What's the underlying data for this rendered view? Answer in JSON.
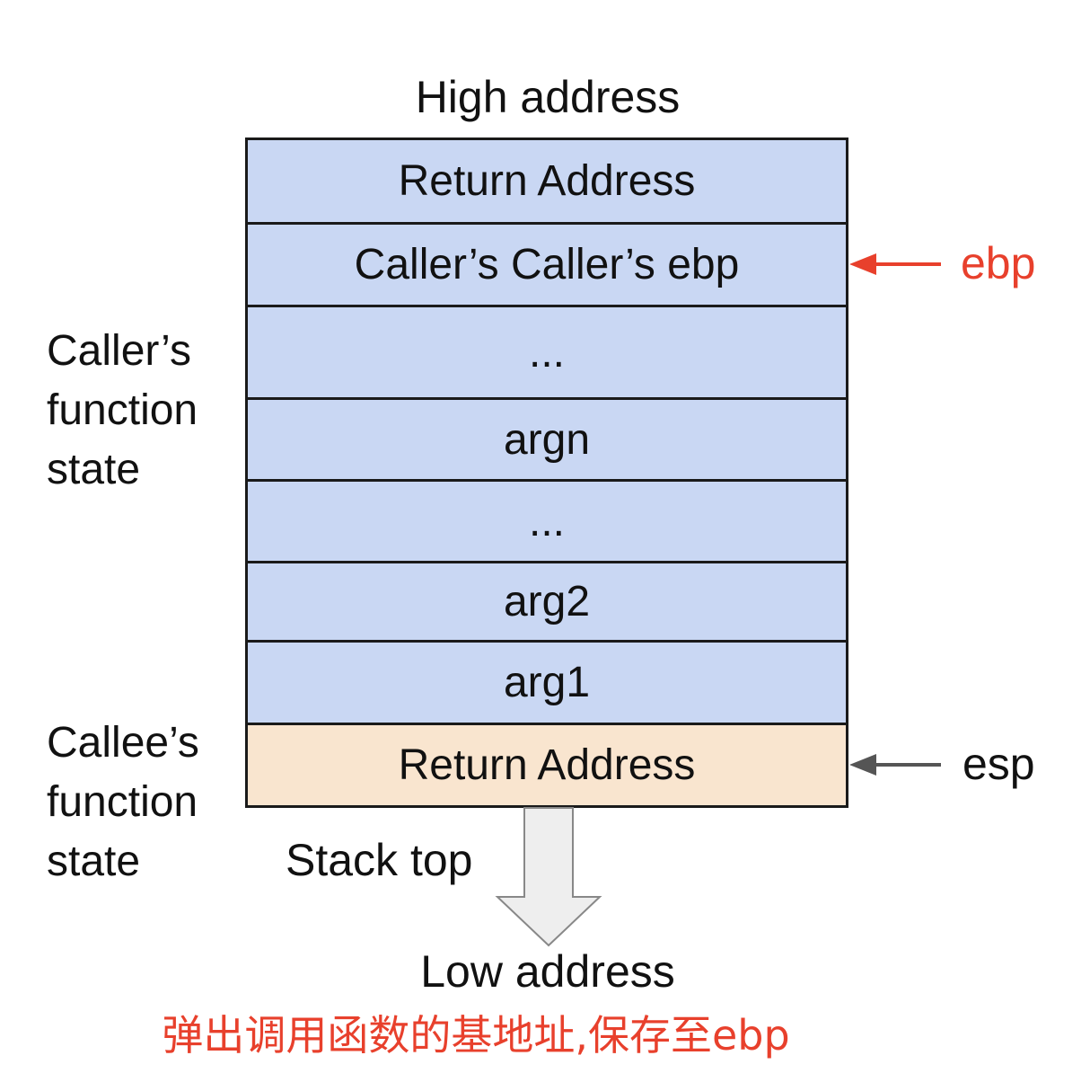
{
  "labels": {
    "high_address": "High address",
    "low_address": "Low address",
    "stack_top": "Stack top",
    "callers_state": [
      "Caller’s",
      "function",
      "state"
    ],
    "callees_state": [
      "Callee’s",
      "function",
      "state"
    ]
  },
  "stack": {
    "cells": [
      {
        "text": "Return Address",
        "frame": "caller"
      },
      {
        "text": "Caller’s Caller’s ebp",
        "frame": "caller"
      },
      {
        "text": "...",
        "frame": "caller"
      },
      {
        "text": "argn",
        "frame": "caller"
      },
      {
        "text": "...",
        "frame": "caller"
      },
      {
        "text": "arg2",
        "frame": "caller"
      },
      {
        "text": "arg1",
        "frame": "caller"
      },
      {
        "text": "Return Address",
        "frame": "callee"
      }
    ]
  },
  "pointers": {
    "ebp": {
      "label": "ebp",
      "color": "#e8402c",
      "points_to": "Caller’s Caller’s ebp"
    },
    "esp": {
      "label": "esp",
      "color": "#555555",
      "points_to": "Return Address"
    }
  },
  "caption": "弹出调用函数的基地址,保存至ebp",
  "colors": {
    "caller_frame": "#c9d7f3",
    "callee_frame": "#f9e5cf",
    "caption": "#e8402c",
    "arrow_fill": "#eeeeee"
  }
}
